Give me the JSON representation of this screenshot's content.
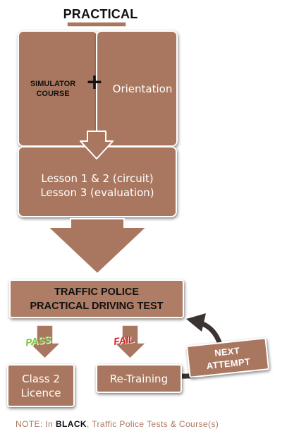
{
  "title": "PRACTICAL",
  "top_left_box": {
    "label": "SIMULATOR COURSE"
  },
  "plus_symbol": "+",
  "top_right_box": {
    "label": "Orientation"
  },
  "lessons_box": {
    "line1": "Lesson 1 & 2 (circuit)",
    "line2": "Lesson 3 (evaluation)"
  },
  "test_box": {
    "line1": "TRAFFIC POLICE",
    "line2": "PRACTICAL DRIVING TEST"
  },
  "pass_tag": "PASS",
  "fail_tag": "FAIL",
  "licence_box": {
    "line1": "Class 2",
    "line2": "Licence"
  },
  "retraining_box": {
    "label": "Re-Training"
  },
  "next_attempt_box": {
    "line1": "NEXT",
    "line2": "ATTEMPT"
  },
  "note": {
    "prefix": "NOTE: In ",
    "highlight": "BLACK",
    "suffix": ", Traffic Police Tests & Course(s)"
  },
  "colors": {
    "box_fill": "#a9775f",
    "box_fill_light": "#af7d66",
    "dark_text": "#111111",
    "pass_green": "#7ec241",
    "fail_red": "#d6262b",
    "cycle_arrow": "#3a332f"
  }
}
